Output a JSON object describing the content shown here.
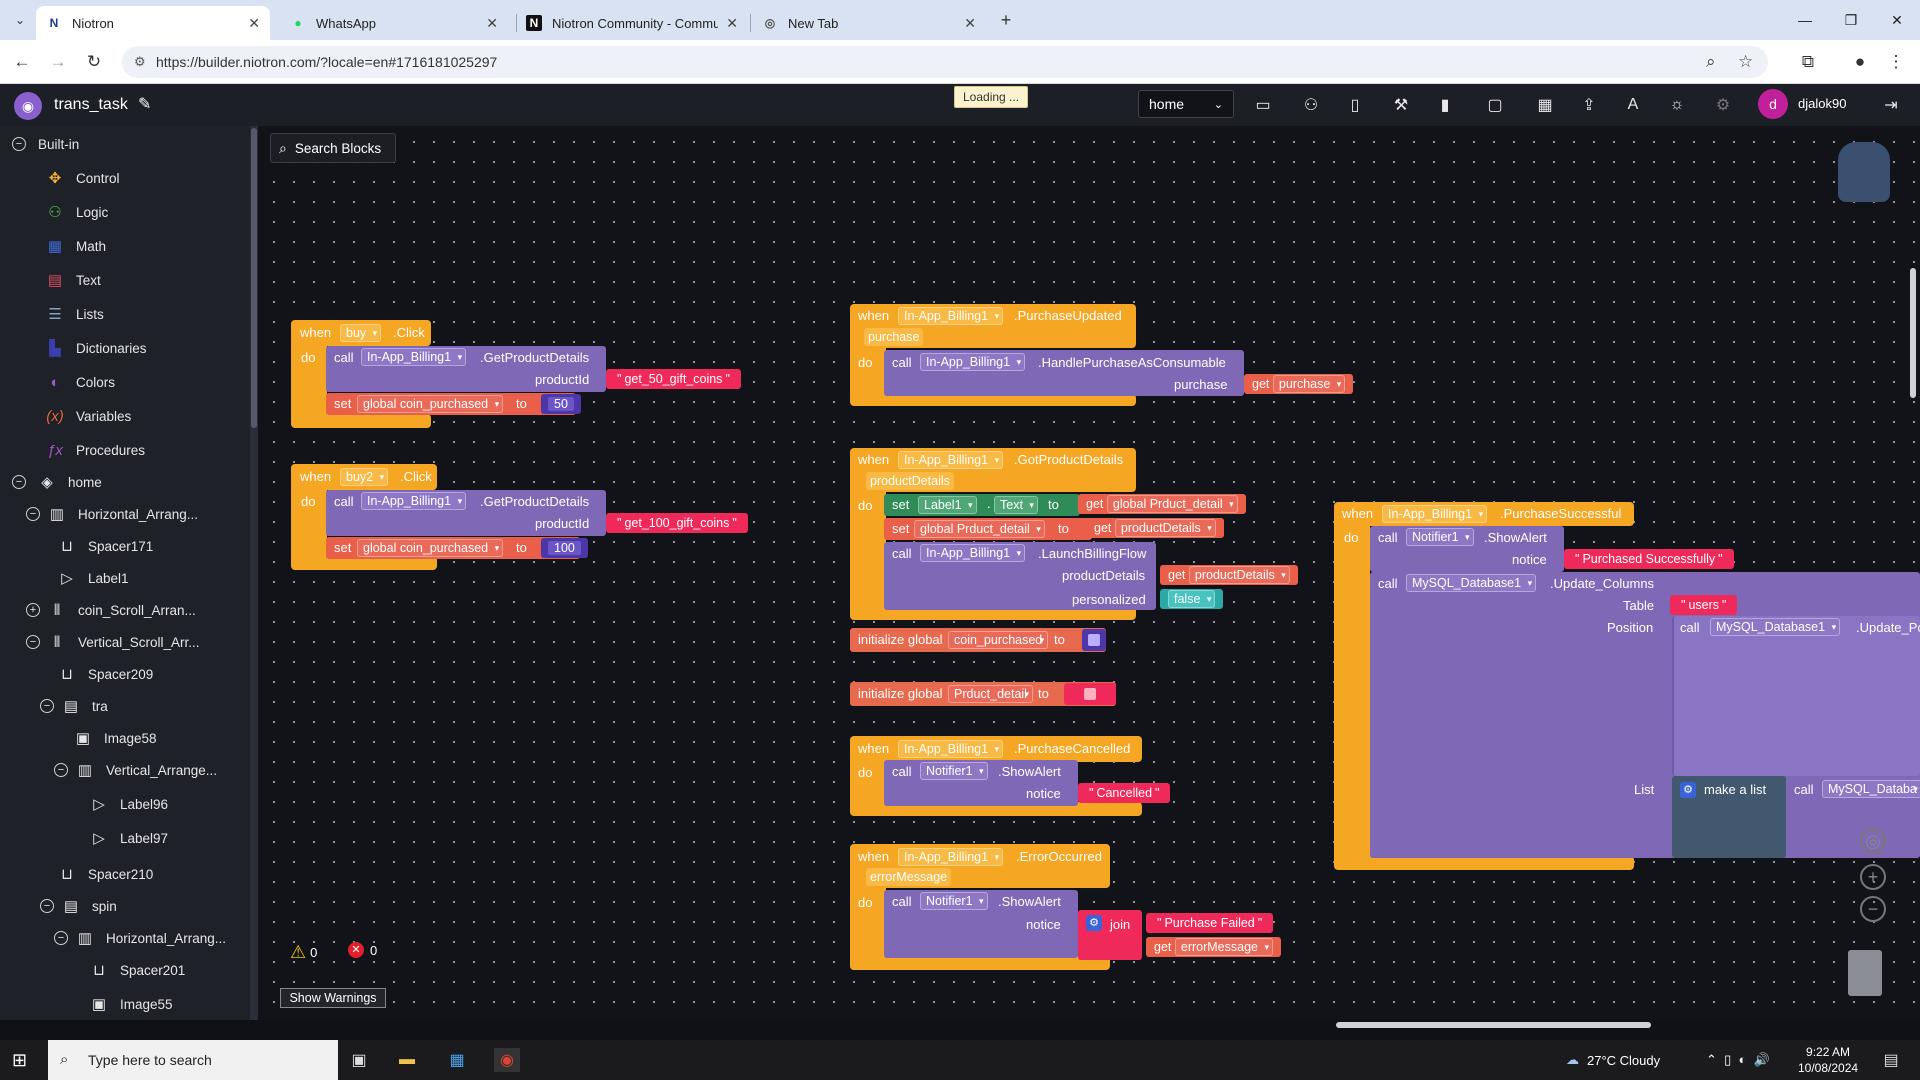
{
  "browser": {
    "tabs": [
      {
        "label": "Niotron",
        "icon": "niotron-icon",
        "active": true
      },
      {
        "label": "WhatsApp",
        "icon": "whatsapp-icon",
        "active": false
      },
      {
        "label": "Niotron Community - Commun",
        "icon": "niotron-icon",
        "active": false
      },
      {
        "label": "New Tab",
        "icon": "chrome-icon",
        "active": false
      }
    ],
    "url": "https://builder.niotron.com/?locale=en#1716181025297"
  },
  "app": {
    "project_name": "trans_task",
    "loading_text": "Loading ...",
    "screen_selected": "home",
    "username": "djalok90",
    "avatar_letter": "d"
  },
  "sidebar": {
    "builtin_label": "Built-in",
    "builtin_items": [
      {
        "label": "Control",
        "icon": "control-icon",
        "color": "#f2b233"
      },
      {
        "label": "Logic",
        "icon": "logic-icon",
        "color": "#52c24a"
      },
      {
        "label": "Math",
        "icon": "math-icon",
        "color": "#3d6bd8"
      },
      {
        "label": "Text",
        "icon": "text-icon",
        "color": "#e04d63"
      },
      {
        "label": "Lists",
        "icon": "lists-icon",
        "color": "#8aa0c0"
      },
      {
        "label": "Dictionaries",
        "icon": "dictionaries-icon",
        "color": "#3a3fb0"
      },
      {
        "label": "Colors",
        "icon": "colors-icon",
        "color": "#9b59d0"
      },
      {
        "label": "Variables",
        "icon": "variables-icon",
        "color": "#e0663b"
      },
      {
        "label": "Procedures",
        "icon": "procedures-icon",
        "color": "#a253c9"
      }
    ],
    "tree": [
      {
        "label": "home",
        "level": 0
      },
      {
        "label": "Horizontal_Arrang...",
        "level": 1
      },
      {
        "label": "Spacer171",
        "level": 2
      },
      {
        "label": "Label1",
        "level": 2
      },
      {
        "label": "coin_Scroll_Arran...",
        "level": 1
      },
      {
        "label": "Vertical_Scroll_Arr...",
        "level": 1
      },
      {
        "label": "Spacer209",
        "level": 2
      },
      {
        "label": "tra",
        "level": 2
      },
      {
        "label": "Image58",
        "level": 3
      },
      {
        "label": "Vertical_Arrange...",
        "level": 3
      },
      {
        "label": "Label96",
        "level": 4
      },
      {
        "label": "Label97",
        "level": 4
      },
      {
        "label": "Spacer210",
        "level": 2
      },
      {
        "label": "spin",
        "level": 2
      },
      {
        "label": "Horizontal_Arrang...",
        "level": 3
      },
      {
        "label": "Spacer201",
        "level": 4
      },
      {
        "label": "Image55",
        "level": 4
      }
    ]
  },
  "workspace": {
    "search_label": "Search Blocks",
    "warnings_count": "0",
    "errors_count": "0",
    "show_warnings_label": "Show Warnings",
    "words": {
      "when": "when",
      "do": "do",
      "call": "call",
      "set": "set",
      "to": "to",
      "get": "get",
      "init": "initialize global",
      "join": "join",
      "make_list": "make a list"
    },
    "b1": {
      "comp": "buy",
      "event": ".Click",
      "billing": "In-App_Billing1",
      "method": ".GetProductDetails",
      "param": "productId",
      "value": "get_50_gift_coins",
      "var": "global coin_purchased",
      "num": "50"
    },
    "b2": {
      "comp": "buy2",
      "event": ".Click",
      "billing": "In-App_Billing1",
      "method": ".GetProductDetails",
      "param": "productId",
      "value": "get_100_gift_coins",
      "var": "global coin_purchased",
      "num": "100"
    },
    "b3": {
      "comp": "In-App_Billing1",
      "event": ".PurchaseUpdated",
      "arg": "purchase",
      "method": ".HandlePurchaseAsConsumable",
      "param": "purchase",
      "getv": "purchase"
    },
    "b4": {
      "comp": "In-App_Billing1",
      "event": ".GotProductDetails",
      "arg": "productDetails",
      "label": "Label1",
      "prop": "Text",
      "getv1": "global Prduct_detail",
      "var": "global Prduct_detail",
      "getv2": "productDetails",
      "method": ".LaunchBillingFlow",
      "p1": "productDetails",
      "getv3": "productDetails",
      "p2": "personalized",
      "bool": "false"
    },
    "b5": {
      "name": "coin_purchased"
    },
    "b6": {
      "name": "Prduct_detail"
    },
    "b7": {
      "comp": "In-App_Billing1",
      "event": ".PurchaseCancelled",
      "notifier": "Notifier1",
      "method": ".ShowAlert",
      "param": "notice",
      "value": "Cancelled"
    },
    "b8": {
      "comp": "In-App_Billing1",
      "event": ".ErrorOccurred",
      "arg": "errorMessage",
      "notifier": "Notifier1",
      "method": ".ShowAlert",
      "param": "notice",
      "value": "Purchase Failed",
      "getv": "errorMessage"
    },
    "b9": {
      "comp": "In-App_Billing1",
      "event": ".PurchaseSuccessful",
      "notifier": "Notifier1",
      "method": ".ShowAlert",
      "param": "notice",
      "value": "Purchased Successfully",
      "db": "MySQL_Database1",
      "dbmethod": ".Update_Columns",
      "p_table": "Table",
      "table": "users",
      "p_pos": "Position",
      "db2": "MySQL_Database1",
      "dbmethod2": ".Update_Po",
      "p_list": "List",
      "db3": "MySQL_Databa"
    }
  },
  "taskbar": {
    "search_placeholder": "Type here to search",
    "weather": "27°C  Cloudy",
    "time": "9:22 AM",
    "date": "10/08/2024"
  }
}
